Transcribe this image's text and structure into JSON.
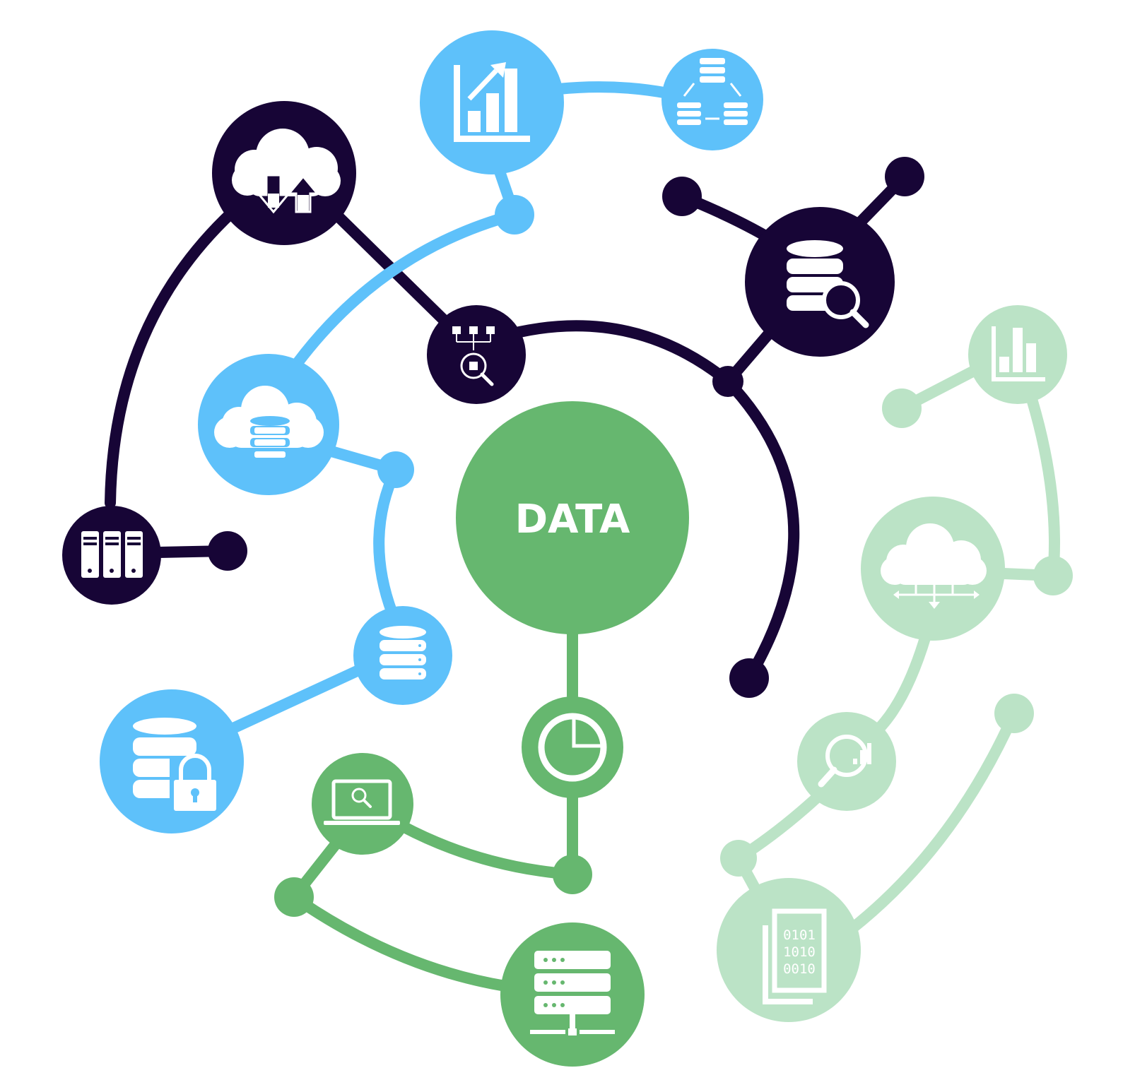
{
  "center": {
    "label": "DATA"
  },
  "binary_lines": [
    "0101",
    "1010",
    "0010"
  ],
  "colors": {
    "dark": "#170536",
    "blue": "#5ec1fa",
    "green": "#66b76f",
    "light_green": "#bbe3c6",
    "background": "#ffffff"
  },
  "icons": [
    "bar-chart-growth-icon",
    "database-network-icon",
    "cloud-upload-download-icon",
    "database-search-icon",
    "data-filter-search-icon",
    "cloud-database-icon",
    "server-rack-icon",
    "database-icon",
    "database-lock-icon",
    "bar-chart-icon",
    "cloud-distribution-icon",
    "pie-chart-icon",
    "search-analytics-icon",
    "laptop-search-icon",
    "server-network-icon",
    "binary-document-icon"
  ]
}
